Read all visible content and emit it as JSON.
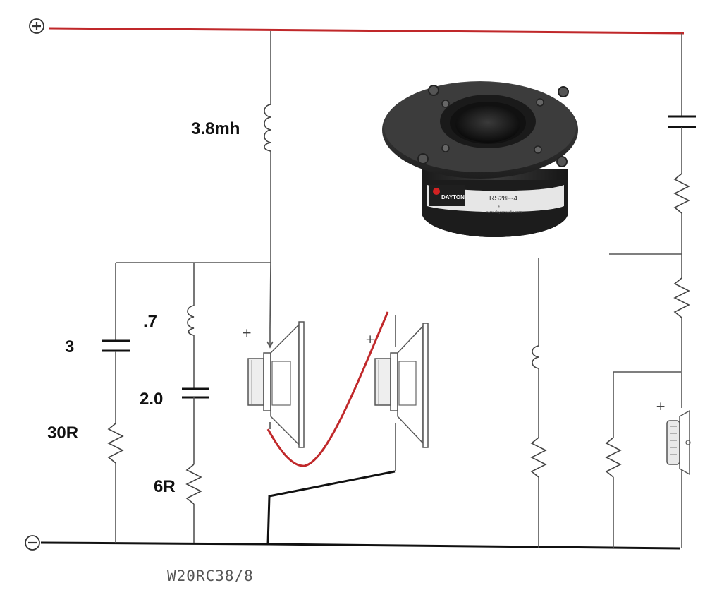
{
  "terminals": {
    "positive_symbol": "⊕",
    "negative_symbol": "⊖"
  },
  "labels": {
    "inductor_main": "3.8mh",
    "inductor_small": ".7",
    "cap_left": "3",
    "cap_mid": "2.0",
    "resistor_left": "30R",
    "resistor_mid": "6R",
    "driver_plus_1": "+",
    "driver_plus_2": "+",
    "tweeter_plus": "+"
  },
  "woofer_model": "W20RC38/8",
  "tweeter_photo": {
    "model": "RS28F-4",
    "brand": "DAYTON",
    "sticker_value": "4",
    "url_text": "www.daytonaudio.com"
  },
  "colors": {
    "positive_wire": "#c0282a",
    "negative_wire": "#111111",
    "schematic_line": "#555555"
  }
}
